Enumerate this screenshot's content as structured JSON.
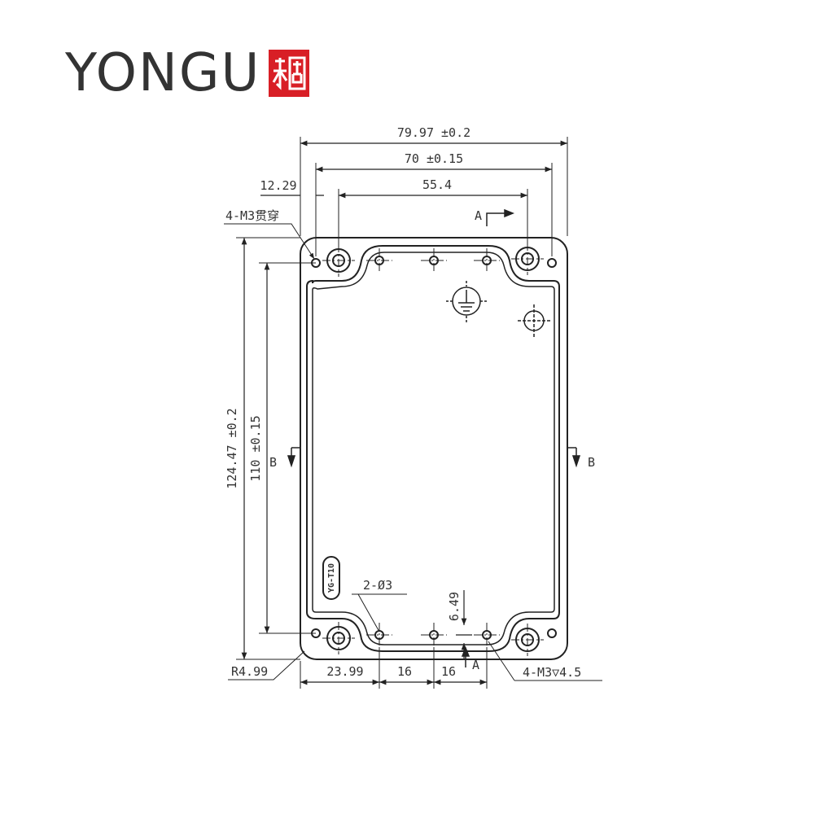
{
  "brand": {
    "name": "YONGU",
    "seal_text": "永固",
    "accent": "#d81f26"
  },
  "model_tag": "YG-T10",
  "dimensions": {
    "overall_width": "79.97 ±0.2",
    "hole_span_width": "70 ±0.15",
    "inner_span": "55.4",
    "edge_offset": "12.29",
    "through_holes": "4-M3贯穿",
    "overall_height": "124.47 ±0.2",
    "hole_span_height": "110 ±0.15",
    "corner_radius": "R4.99",
    "bottom_offset": "23.99",
    "pitch_1": "16",
    "pitch_2": "16",
    "hole_dia": "2-Ø3",
    "hole_height": "6.49",
    "blind_holes": "4-M3▽4.5"
  },
  "section_markers": {
    "a_top": "A",
    "a_bottom": "A",
    "b_left": "B",
    "b_right": "B"
  }
}
